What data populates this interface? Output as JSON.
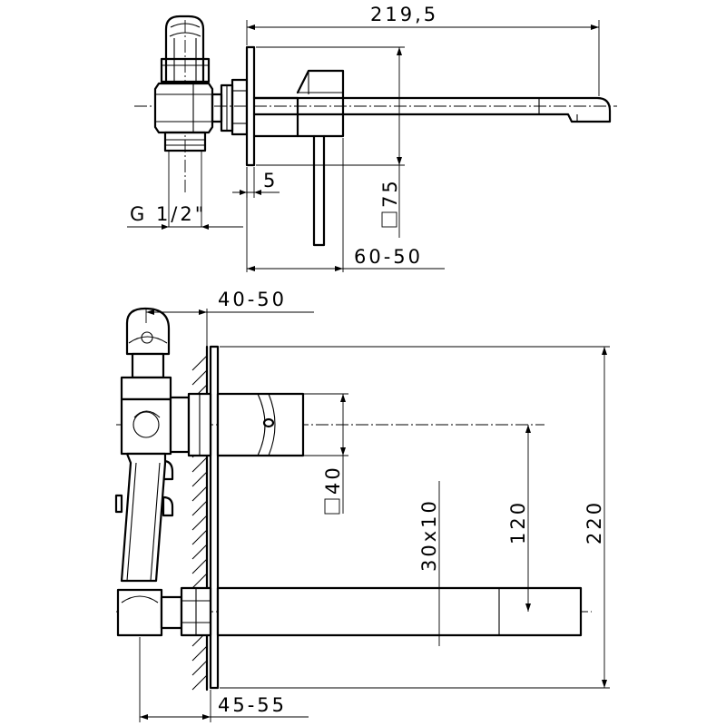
{
  "dimensions": {
    "total_length": "219,5",
    "plate_thickness": "5",
    "plate_square": "75",
    "wall_depth_top": "60-50",
    "thread": "G 1/2\"",
    "recess_depth": "40-50",
    "body_square": "40",
    "spout_section": "30x10",
    "axis_distance": "120",
    "plate_height": "220",
    "wall_depth_bottom": "45-55"
  }
}
